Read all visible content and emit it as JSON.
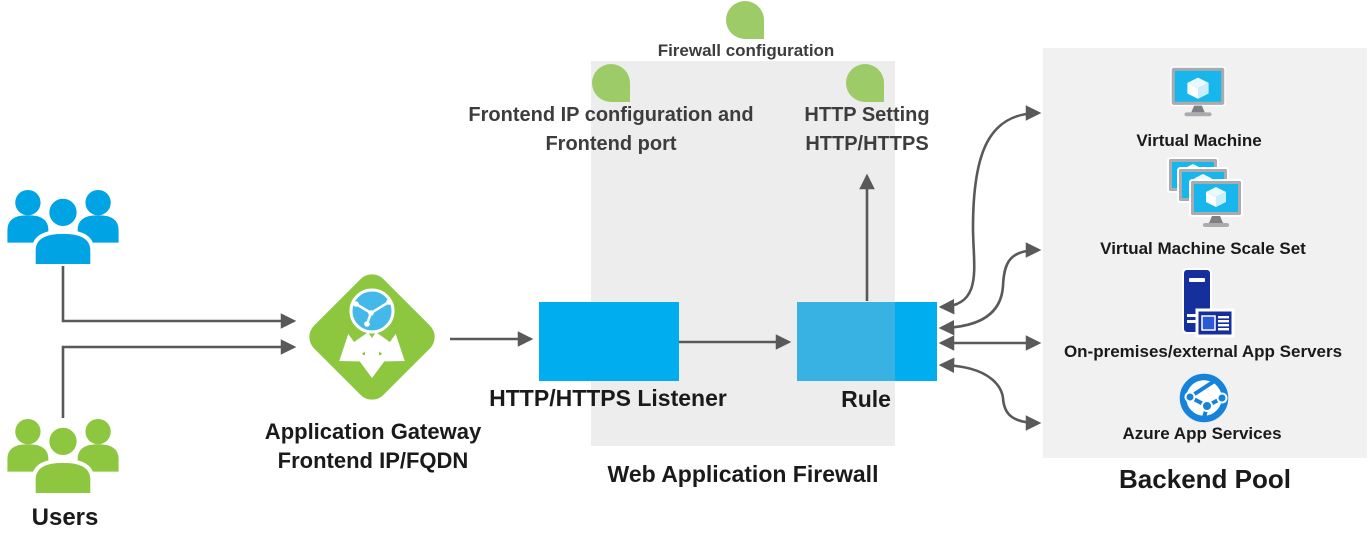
{
  "diagram": {
    "users": {
      "label": "Users"
    },
    "gateway": {
      "label_line1": "Application Gateway",
      "label_line2": "Frontend IP/FQDN"
    },
    "waf": {
      "label": "Web Application Firewall",
      "listener_label": "HTTP/HTTPS Listener",
      "rule_label": "Rule"
    },
    "config_points": [
      {
        "label": "Firewall configuration"
      },
      {
        "label_line1": "Frontend IP configuration and",
        "label_line2": "Frontend port"
      },
      {
        "label_line1": "HTTP Setting",
        "label_line2": "HTTP/HTTPS"
      }
    ],
    "backend_pool": {
      "label": "Backend Pool",
      "items": [
        {
          "label": "Virtual Machine"
        },
        {
          "label": "Virtual Machine Scale Set"
        },
        {
          "label": "On-premises/external App Servers"
        },
        {
          "label": "Azure App Services"
        }
      ]
    },
    "palette": {
      "node_cyan": "#00aeef",
      "node_cyan_muted": "#38b2e2",
      "users_blue": "#00a3e4",
      "users_green": "#8dc63f",
      "gateway_green": "#8dc63f",
      "config_dot_green": "#9ccb68",
      "server_navy": "#15309c",
      "app_service_blue": "#1583db",
      "screen_cyan": "#17b7ee",
      "arrow_gray": "#595959",
      "waf_box_gray": "#ededed",
      "pool_box_gray": "#f1f1f1"
    }
  }
}
